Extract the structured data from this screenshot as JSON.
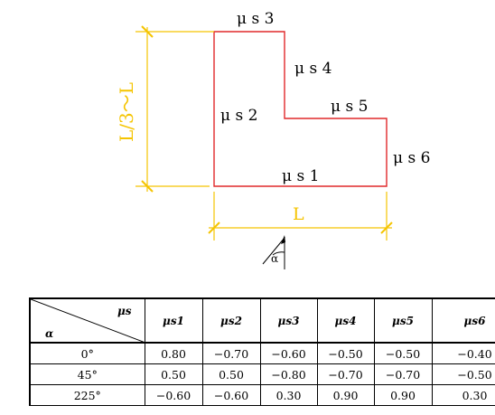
{
  "diagram": {
    "side_labels": {
      "s1": "μ s 1",
      "s2": "μ s 2",
      "s3": "μ s 3",
      "s4": "μ s 4",
      "s5": "μ s 5",
      "s6": "μ s 6"
    },
    "dim_vertical": "L/3～L",
    "dim_horizontal": "L",
    "wind_angle_label": "α",
    "colors": {
      "outline": "#e0282a",
      "dimension": "#f5c400",
      "text": "#000000"
    }
  },
  "table": {
    "corner_top": "μs",
    "corner_bottom": "α",
    "headers": [
      "μs1",
      "μs2",
      "μs3",
      "μs4",
      "μs5",
      "μs6"
    ],
    "rows": [
      {
        "angle": "0°",
        "values": [
          "0.80",
          "−0.70",
          "−0.60",
          "−0.50",
          "−0.50",
          "−0.40"
        ]
      },
      {
        "angle": "45°",
        "values": [
          "0.50",
          "0.50",
          "−0.80",
          "−0.70",
          "−0.70",
          "−0.50"
        ]
      },
      {
        "angle": "225°",
        "values": [
          "−0.60",
          "−0.60",
          "0.30",
          "0.90",
          "0.90",
          "0.30"
        ]
      }
    ]
  }
}
